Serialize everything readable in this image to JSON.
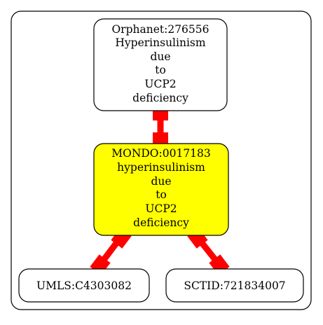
{
  "nodes": {
    "orphanet": {
      "lines": [
        "Orphanet:276556",
        "Hyperinsulinism",
        "due",
        "to",
        "UCP2",
        "deficiency"
      ]
    },
    "mondo": {
      "lines": [
        "MONDO:0017183",
        "hyperinsulinism",
        "due",
        "to",
        "UCP2",
        "deficiency"
      ],
      "highlighted": true
    },
    "umls": {
      "lines": [
        "UMLS:C4303082"
      ]
    },
    "sctid": {
      "lines": [
        "SCTID:721834007"
      ]
    }
  },
  "edges": [
    {
      "from": "orphanet",
      "to": "mondo"
    },
    {
      "from": "mondo",
      "to": "umls"
    },
    {
      "from": "mondo",
      "to": "sctid"
    }
  ],
  "colors": {
    "edge": "#ff0000",
    "highlight_fill": "#ffff00",
    "node_fill": "#ffffff",
    "stroke": "#000000"
  }
}
